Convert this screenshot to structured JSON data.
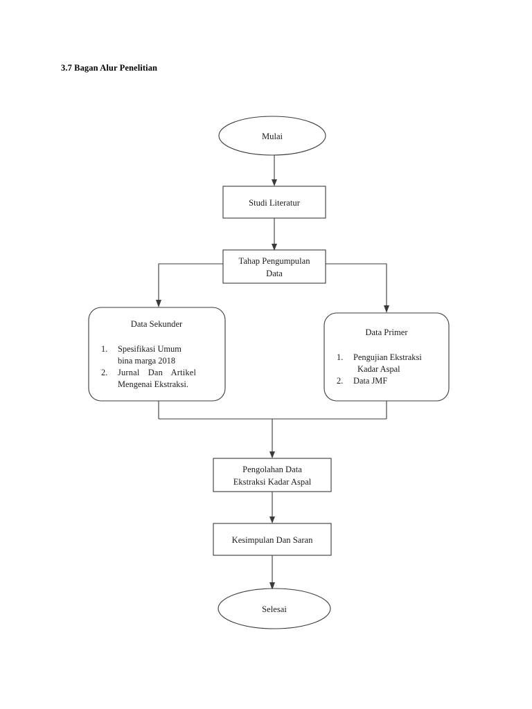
{
  "document": {
    "section_title": "3.7 Bagan Alur Penelitian",
    "background_color": "#ffffff",
    "stroke_color": "#3a3a3a",
    "text_color": "#1a1a1a"
  },
  "chart_data": {
    "type": "diagram",
    "diagram_kind": "flowchart",
    "title": "3.7 Bagan Alur Penelitian",
    "orientation": "top-to-bottom",
    "nodes": [
      {
        "id": "start",
        "shape": "ellipse",
        "label": "Mulai"
      },
      {
        "id": "literature",
        "shape": "rectangle",
        "label": "Studi Literatur"
      },
      {
        "id": "collection",
        "shape": "rectangle",
        "label_line1": "Tahap Pengumpulan",
        "label_line2": "Data"
      },
      {
        "id": "secondary",
        "shape": "rounded-rectangle",
        "heading": "Data Sekunder",
        "items": [
          {
            "number": "1.",
            "line1": "Spesifikasi Umum",
            "line2": "bina marga 2018"
          },
          {
            "number": "2.",
            "line1": "Jurnal Dan Artikel",
            "line2": "Mengenai Ekstraksi."
          }
        ]
      },
      {
        "id": "primary",
        "shape": "rounded-rectangle",
        "heading": "Data Primer",
        "items": [
          {
            "number": "1.",
            "line1": "Pengujian Ekstraksi",
            "line2": "Kadar Aspal"
          },
          {
            "number": "2.",
            "line1": "Data JMF",
            "line2": ""
          }
        ]
      },
      {
        "id": "processing",
        "shape": "rectangle",
        "label_line1": "Pengolahan Data",
        "label_line2": "Ekstraksi Kadar Aspal"
      },
      {
        "id": "conclusion",
        "shape": "rectangle",
        "label": "Kesimpulan Dan Saran"
      },
      {
        "id": "end",
        "shape": "ellipse",
        "label": "Selesai"
      }
    ],
    "edges": [
      {
        "from": "start",
        "to": "literature",
        "style": "straight-arrow"
      },
      {
        "from": "literature",
        "to": "collection",
        "style": "straight-arrow"
      },
      {
        "from": "collection",
        "to": "secondary",
        "style": "elbow-left-arrow"
      },
      {
        "from": "collection",
        "to": "primary",
        "style": "elbow-right-arrow"
      },
      {
        "from": "secondary",
        "to": "processing",
        "style": "merge-arrow"
      },
      {
        "from": "primary",
        "to": "processing",
        "style": "merge-arrow"
      },
      {
        "from": "processing",
        "to": "conclusion",
        "style": "straight-arrow"
      },
      {
        "from": "conclusion",
        "to": "end",
        "style": "straight-arrow"
      }
    ]
  }
}
